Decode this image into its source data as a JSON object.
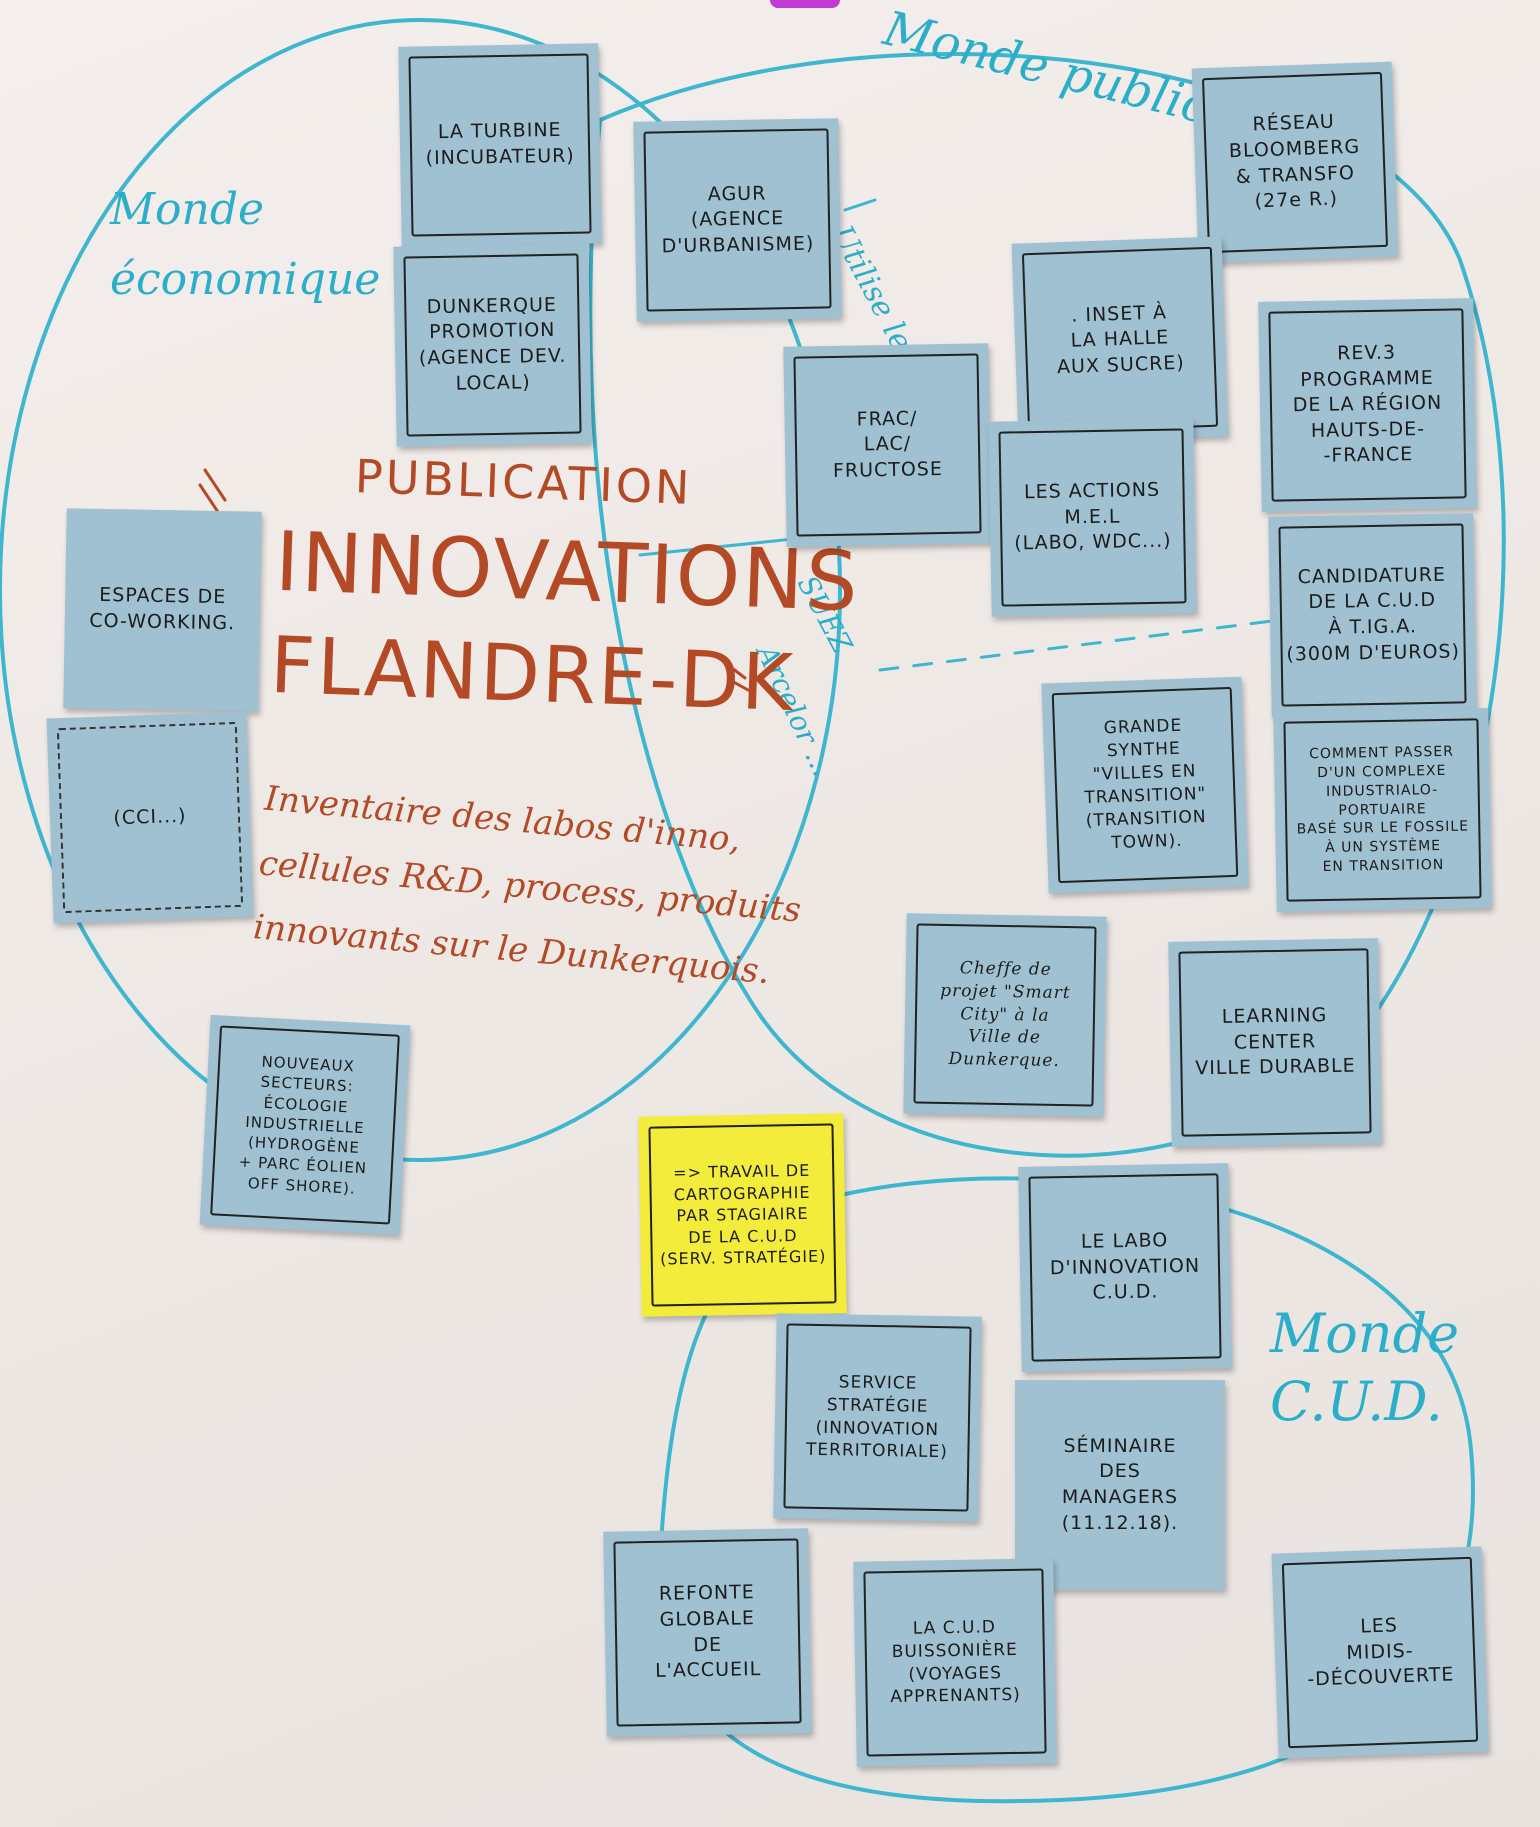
{
  "labels": {
    "monde_public": "Monde public",
    "monde_economique": "Monde\néconomique",
    "monde_cud": "Monde\nC.U.D.",
    "utilise_le_mag": "Utilise le mag",
    "suez": "SUEZ",
    "arcelor": "Arcelor ..."
  },
  "title": {
    "publication": "PUBLICATION",
    "innovations": "INNOVATIONS",
    "flandre": "FLANDRE-DK",
    "inventaire": "Inventaire des labos d'inno,\ncellules R&D, process, produits\ninnovants sur le Dunkerquois."
  },
  "notes": {
    "la_turbine": "LA TURBINE\n(INCUBATEUR)",
    "dunkerque_promotion": "DUNKERQUE\nPROMOTION\n(AGENCE DEV.\nLOCAL)",
    "agur": "AGUR\n(AGENCE\nD'URBANISME)",
    "reseau_bloomberg": "RÉSEAU\nBLOOMBERG\n& TRANSFO\n(27e R.)",
    "inset": ". INSET À\nLA HALLE\nAUX SUCRE)",
    "frac": "FRAC/\nLAC/\nFRUCTOSE",
    "actions_mel": "LES ACTIONS\nM.E.L\n(LABO, WDC...)",
    "rev3": "REV.3\nPROGRAMME\nDE LA RÉGION\nHAUTS-DE-\n-FRANCE",
    "espaces_coworking": "ESPACES DE\nCO-WORKING.",
    "candidature_cud": "CANDIDATURE\nDE LA C.U.D\nÀ T.IG.A.\n(300M D'EUROS)",
    "cci": "(CCI...)",
    "grande_synthe": "GRANDE\nSYNTHE\n\"VILLES EN\nTRANSITION\"\n(TRANSITION TOWN).",
    "comment_passer": "COMMENT PASSER\nD'UN COMPLEXE\nINDUSTRIALO-PORTUAIRE\nBASÉ SUR LE FOSSILE\nÀ UN SYSTÈME\nEN TRANSITION",
    "cheffe_projet": "Cheffe de\nprojet \"Smart\nCity\" à la\nVille de Dunkerque.",
    "learning_center": "LEARNING\nCENTER\nVILLE DURABLE",
    "nouveaux_secteurs": "NOUVEAUX SECTEURS:\nÉCOLOGIE\nINDUSTRIELLE\n(HYDROGÈNE\n+ PARC ÉOLIEN\nOFF SHORE).",
    "travail_cartographie": "=> TRAVAIL DE\nCARTOGRAPHIE\nPAR STAGIAIRE\nDE LA C.U.D\n(SERV. STRATÉGIE)",
    "labo_innovation": "LE LABO\nD'INNOVATION\nC.U.D.",
    "service_strategie": "SERVICE\nSTRATÉGIE\n(INNOVATION\nTERRITORIALE)",
    "seminaire": "SÉMINAIRE\nDES\nMANAGERS\n(11.12.18).",
    "refonte": "REFONTE\nGLOBALE\nDE\nL'ACCUEIL",
    "cud_buissonniere": "LA C.U.D\nBUISSONIÈRE\n(VOYAGES\nAPPRENANTS)",
    "midis_decouverte": "LES\nMIDIS-\n-DÉCOUVERTE"
  },
  "colors": {
    "note_blue": "#9fc1d2",
    "note_yellow": "#f3ec3a",
    "circle_cyan": "#3fb6cf",
    "title_brown": "#b44a25"
  }
}
